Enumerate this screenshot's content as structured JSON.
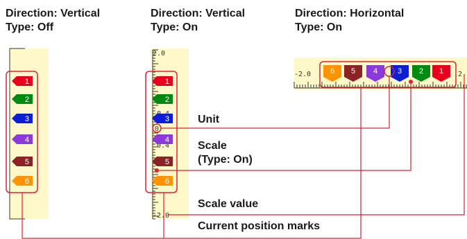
{
  "panels": [
    {
      "direction": "Direction: Vertical",
      "type": "Type: Off"
    },
    {
      "direction": "Direction: Vertical",
      "type": "Type: On"
    },
    {
      "direction": "Direction: Horizontal",
      "type": "Type: On"
    }
  ],
  "callouts": {
    "unit": "Unit",
    "scale_line1": "Scale",
    "scale_line2": "(Type: On)",
    "scale_value": "Scale value",
    "current_position_marks": "Current position marks"
  },
  "scale_labels": {
    "top": "2.0",
    "upper_mid": "0.4",
    "unit": "0",
    "lower_mid": "0.4",
    "bottom": "-2.0",
    "h_left": "-2.0",
    "h_right": "2."
  },
  "marks": [
    {
      "label": "1",
      "color": "#e8001c"
    },
    {
      "label": "2",
      "color": "#008a12"
    },
    {
      "label": "3",
      "color": "#0a1fd6"
    },
    {
      "label": "4",
      "color": "#8a3ad8"
    },
    {
      "label": "5",
      "color": "#8a2424"
    },
    {
      "label": "6",
      "color": "#ff9400"
    }
  ],
  "colors": {
    "scale_bg": "#fff8c8",
    "highlight": "#e02030",
    "tick": "#333333"
  }
}
